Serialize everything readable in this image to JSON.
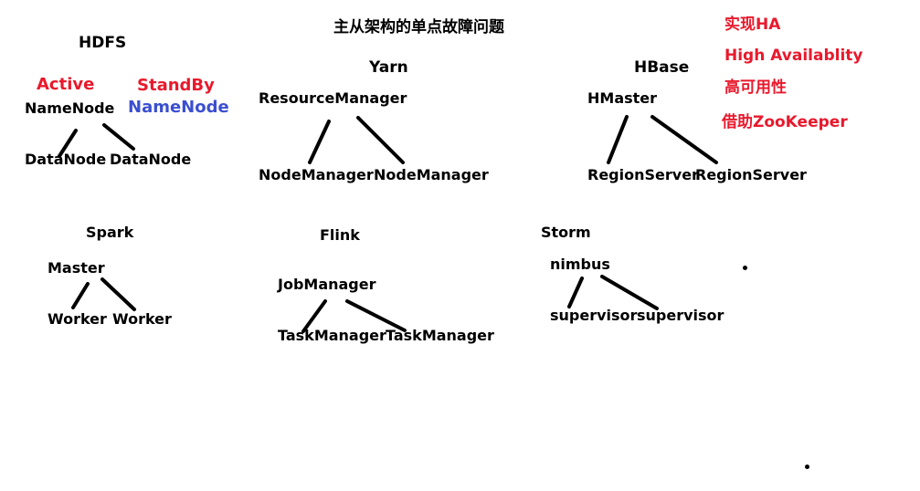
{
  "title": "主从架构的单点故障问题",
  "notes": {
    "line1": "实现HA",
    "line2": "High Availablity",
    "line3": "高可用性",
    "line4": "借助ZooKeeper"
  },
  "hdfs": {
    "title": "HDFS",
    "active_label": "Active",
    "standby_label": "StandBy",
    "master": "NameNode",
    "standby_master": "NameNode",
    "workers": [
      "DataNode",
      "DataNode"
    ]
  },
  "yarn": {
    "title": "Yarn",
    "master": "ResourceManager",
    "workers": [
      "NodeManager",
      "NodeManager"
    ]
  },
  "hbase": {
    "title": "HBase",
    "master": "HMaster",
    "workers": [
      "RegionServer",
      "RegionServer"
    ]
  },
  "spark": {
    "title": "Spark",
    "master": "Master",
    "workers": [
      "Worker",
      "Worker"
    ]
  },
  "flink": {
    "title": "Flink",
    "master": "JobManager",
    "workers": [
      "TaskManager",
      "TaskManager"
    ]
  },
  "storm": {
    "title": "Storm",
    "master": "nimbus",
    "workers": [
      "supervisor",
      "supervisor"
    ]
  },
  "colors": {
    "accent_red": "#e8192c",
    "accent_blue": "#3b4fd0",
    "ink": "#000000"
  }
}
